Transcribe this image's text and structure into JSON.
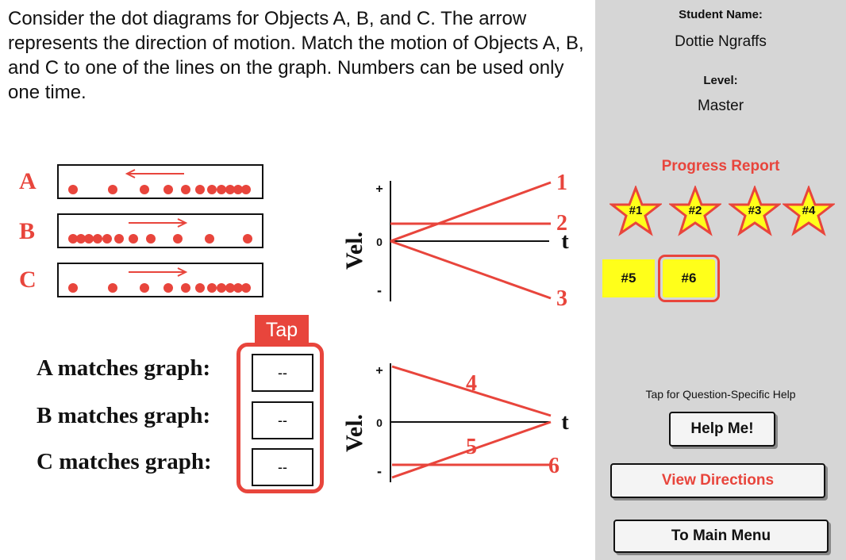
{
  "question": "Consider the dot diagrams for Objects A, B, and C. The arrow represents the direction of motion. Match the motion of Objects A, B, and C to one of the lines on the graph. Numbers can be used only one time.",
  "dots": {
    "a_label": "A",
    "b_label": "B",
    "c_label": "C"
  },
  "tap_label": "Tap",
  "answers": [
    {
      "label": "A matches graph:",
      "value": "--"
    },
    {
      "label": "B matches graph:",
      "value": "--"
    },
    {
      "label": "C matches graph:",
      "value": "--"
    }
  ],
  "graph_top": {
    "y_label": "Vel.",
    "plus": "+",
    "zero": "0",
    "minus": "-",
    "t": "t",
    "line_labels": [
      "1",
      "2",
      "3"
    ]
  },
  "graph_bottom": {
    "y_label": "Vel.",
    "plus": "+",
    "zero": "0",
    "minus": "-",
    "t": "t",
    "line_labels": [
      "4",
      "5",
      "6"
    ]
  },
  "sidebar": {
    "student_name_label": "Student Name:",
    "student_name": "Dottie Ngraffs",
    "level_label": "Level:",
    "level": "Master",
    "progress_title": "Progress Report",
    "stars": [
      "#1",
      "#2",
      "#3",
      "#4"
    ],
    "squares": [
      "#5",
      "#6"
    ],
    "help_prompt": "Tap for Question-Specific Help",
    "help_button": "Help Me!",
    "directions_button": "View Directions",
    "main_menu_button": "To Main Menu"
  },
  "colors": {
    "accent_red": "#e8453c",
    "star_yellow": "#ffff1a",
    "sidebar_bg": "#d6d6d6"
  }
}
